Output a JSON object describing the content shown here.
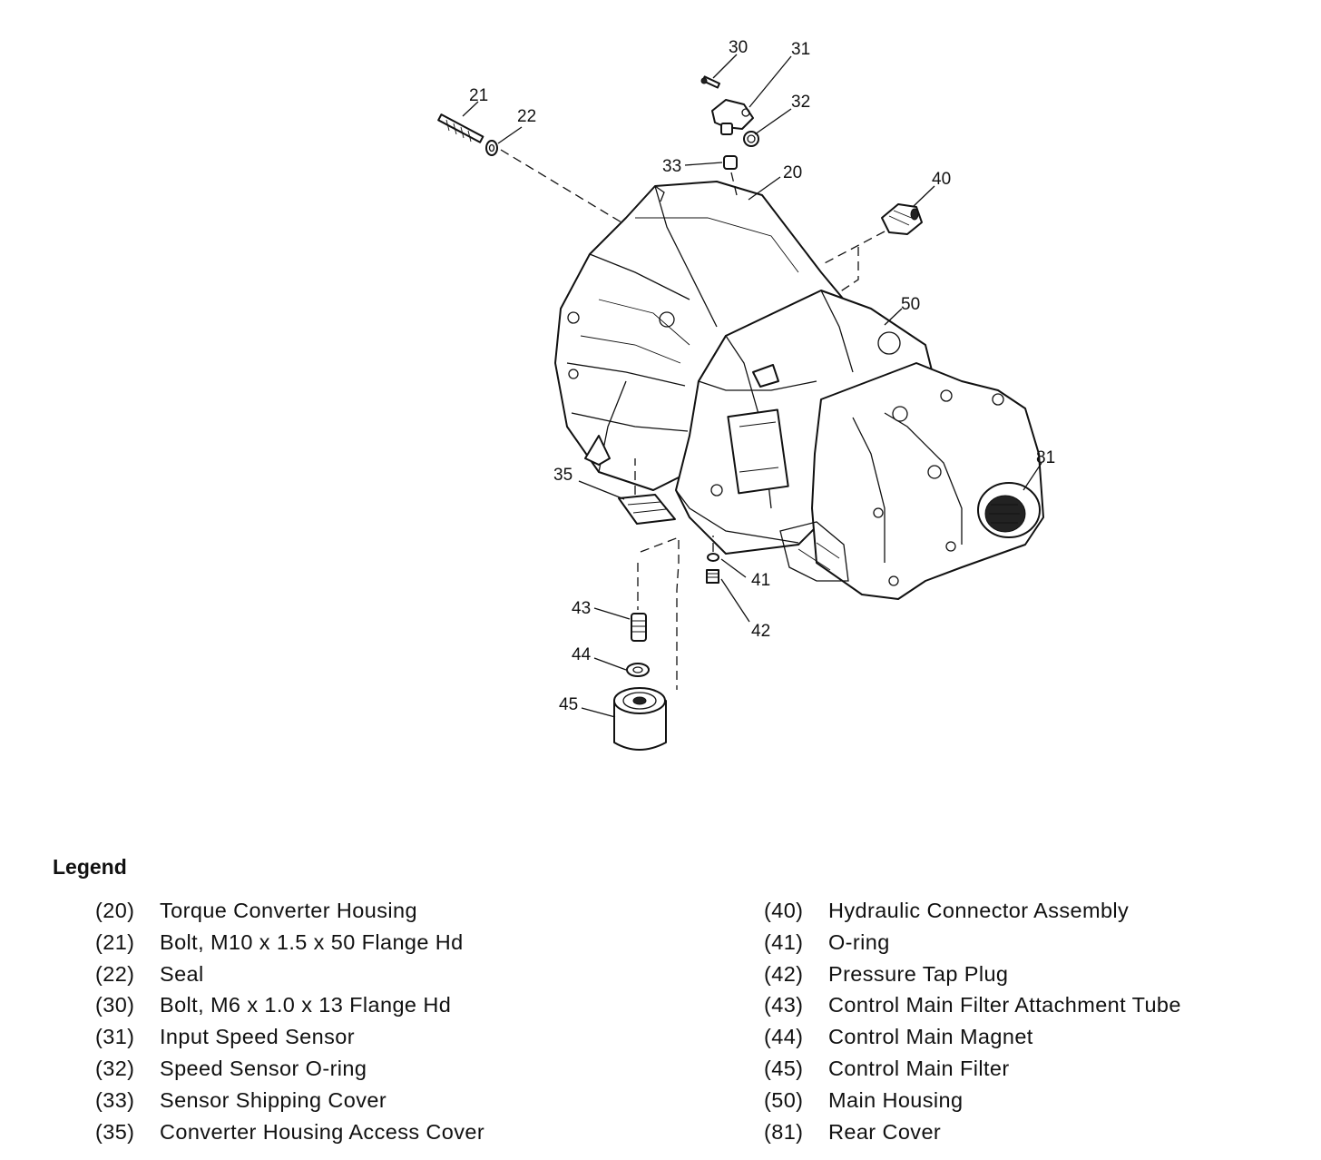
{
  "callouts": [
    {
      "id": "c20",
      "text": "20"
    },
    {
      "id": "c21",
      "text": "21"
    },
    {
      "id": "c22",
      "text": "22"
    },
    {
      "id": "c30",
      "text": "30"
    },
    {
      "id": "c31",
      "text": "31"
    },
    {
      "id": "c32",
      "text": "32"
    },
    {
      "id": "c33",
      "text": "33"
    },
    {
      "id": "c35",
      "text": "35"
    },
    {
      "id": "c40",
      "text": "40"
    },
    {
      "id": "c41",
      "text": "41"
    },
    {
      "id": "c42",
      "text": "42"
    },
    {
      "id": "c43",
      "text": "43"
    },
    {
      "id": "c44",
      "text": "44"
    },
    {
      "id": "c45",
      "text": "45"
    },
    {
      "id": "c50",
      "text": "50"
    },
    {
      "id": "c81",
      "text": "81"
    }
  ],
  "legend": {
    "title": "Legend",
    "left": [
      {
        "num": "(20)",
        "label": "Torque Converter Housing"
      },
      {
        "num": "(21)",
        "label": "Bolt, M10 x 1.5 x 50 Flange Hd"
      },
      {
        "num": "(22)",
        "label": "Seal"
      },
      {
        "num": "(30)",
        "label": "Bolt, M6 x 1.0 x 13 Flange Hd"
      },
      {
        "num": "(31)",
        "label": "Input Speed Sensor"
      },
      {
        "num": "(32)",
        "label": "Speed Sensor O-ring"
      },
      {
        "num": "(33)",
        "label": "Sensor Shipping Cover"
      },
      {
        "num": "(35)",
        "label": "Converter Housing Access Cover"
      }
    ],
    "right": [
      {
        "num": "(40)",
        "label": "Hydraulic Connector Assembly"
      },
      {
        "num": "(41)",
        "label": "O-ring"
      },
      {
        "num": "(42)",
        "label": "Pressure Tap Plug"
      },
      {
        "num": "(43)",
        "label": "Control Main Filter Attachment Tube"
      },
      {
        "num": "(44)",
        "label": "Control Main Magnet"
      },
      {
        "num": "(45)",
        "label": "Control Main Filter"
      },
      {
        "num": "(50)",
        "label": "Main Housing"
      },
      {
        "num": "(81)",
        "label": "Rear Cover"
      }
    ]
  }
}
